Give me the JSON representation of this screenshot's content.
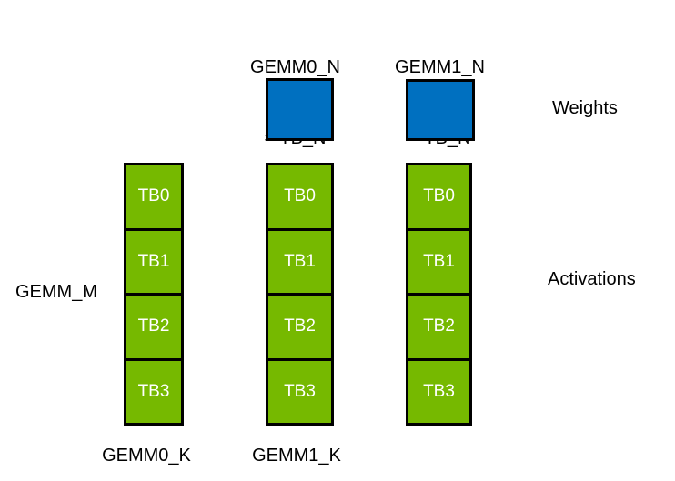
{
  "diagram": {
    "top_labels": {
      "gemm0_n": {
        "line1": "GEMM0_N",
        "line2": "= TB_N"
      },
      "gemm1_n": {
        "line1": "GEMM1_N",
        "line2": "= TB_N"
      }
    },
    "right_labels": {
      "weights": "Weights",
      "activations": "Activations"
    },
    "left_label": {
      "gemm_m": "GEMM_M"
    },
    "bottom_labels": {
      "gemm0_k": "GEMM0_K",
      "gemm1_k": "GEMM1_K"
    },
    "weights_squares_count": 2,
    "columns": [
      {
        "id": "activation-column-0",
        "blocks": [
          "TB0",
          "TB1",
          "TB2",
          "TB3"
        ]
      },
      {
        "id": "activation-column-1",
        "blocks": [
          "TB0",
          "TB1",
          "TB2",
          "TB3"
        ]
      },
      {
        "id": "activation-column-2",
        "blocks": [
          "TB0",
          "TB1",
          "TB2",
          "TB3"
        ]
      }
    ],
    "colors": {
      "weights_fill": "#0070C0",
      "activations_fill": "#76B900",
      "border": "#000000",
      "tb_text": "#FFFFFF",
      "label_text": "#000000",
      "background": "#FFFFFF"
    }
  }
}
